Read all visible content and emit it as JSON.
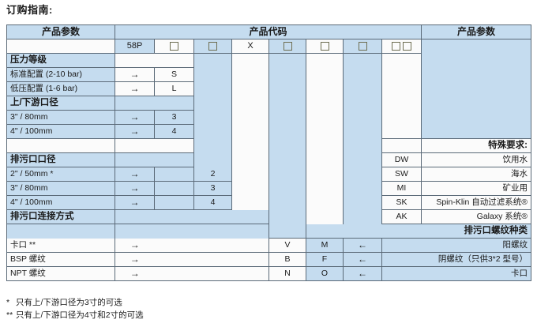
{
  "page": {
    "title": "订购指南:"
  },
  "table": {
    "header": {
      "left_param": "产品参数",
      "center_code": "产品代码",
      "right_param": "产品参数"
    },
    "code_row": {
      "c1": "58P",
      "c2": "square",
      "c3": "square",
      "c4": "X",
      "c5": "square",
      "c6": "square",
      "c7": "square",
      "c8": "double-square"
    },
    "sections": {
      "pressure": {
        "label": "压力等级",
        "rows": [
          {
            "name": "标准配置 (2-10 bar)",
            "arrow": "→",
            "code": "S"
          },
          {
            "name": "低压配置 (1-6 bar)",
            "arrow": "→",
            "code": "L"
          }
        ]
      },
      "inlet_outlet": {
        "label": "上/下游口径",
        "rows": [
          {
            "name": "3\" / 80mm",
            "arrow": "→",
            "code": "3"
          },
          {
            "name": "4\" / 100mm",
            "arrow": "→",
            "code": "4"
          }
        ]
      },
      "drain_diameter": {
        "label": "排污口口径",
        "rows": [
          {
            "name": "2\" / 50mm *",
            "arrow": "→",
            "code": "2"
          },
          {
            "name": "3\" / 80mm",
            "arrow": "→",
            "code": "3"
          },
          {
            "name": "4\" / 100mm",
            "arrow": "→",
            "code": "4"
          }
        ]
      },
      "drain_connection": {
        "label": "排污口连接方式",
        "rows": [
          {
            "name": "卡口 **",
            "arrow": "→",
            "code": "V"
          },
          {
            "name": "BSP 螺纹",
            "arrow": "→",
            "code": "B"
          },
          {
            "name": "NPT 螺纹",
            "arrow": "→",
            "code": "N"
          }
        ]
      },
      "special": {
        "label": "特殊要求:",
        "rows": [
          {
            "code": "DW",
            "name": "饮用水"
          },
          {
            "code": "SW",
            "name": "海水"
          },
          {
            "code": "MI",
            "name": "矿业用"
          },
          {
            "code": "SK",
            "name": "Spin-Klin 自动过滤系统®"
          },
          {
            "code": "AK",
            "name": "Galaxy 系统®"
          }
        ]
      },
      "thread_type": {
        "label": "排污口螺纹种类",
        "rows": [
          {
            "code": "M",
            "arrow": "←",
            "name": "阳螺纹"
          },
          {
            "code": "F",
            "arrow": "←",
            "name": "阴螺纹（只供3*2 型号）"
          },
          {
            "code": "O",
            "arrow": "←",
            "name": "卡口"
          }
        ]
      }
    }
  },
  "notes": [
    {
      "mark": "*",
      "text": "只有上/下游口径为3寸的可选"
    },
    {
      "mark": "**",
      "text": "只有上/下游口径为4寸和2寸的可选"
    }
  ],
  "colors": {
    "fill_blue": "#c5dcef",
    "fill_white": "#fbfbfb",
    "border": "#5b6a78",
    "text": "#1a1a1a"
  }
}
